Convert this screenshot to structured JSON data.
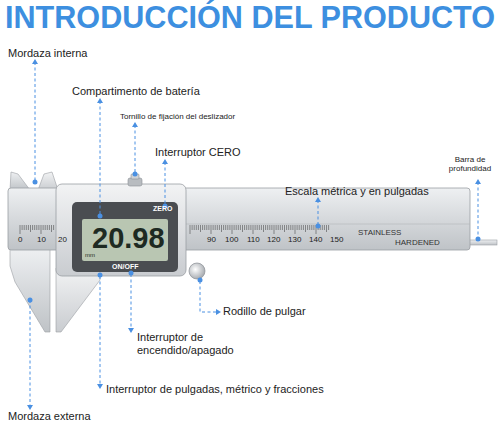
{
  "diagram": {
    "title": "INTRODUCCIÓN DEL PRODUCTO",
    "labels": [
      "Mordaza interna",
      "Compartimento de batería",
      "Tornillo de fijación del deslizador",
      "Interruptor CERO",
      "Barra de profundidad",
      "Escala métrica y en pulgadas",
      "ZERO",
      "20.98",
      "ON/OFF",
      "mm",
      "0",
      "10",
      "20",
      "90",
      "100",
      "110",
      "120",
      "130",
      "140",
      "150",
      "STAINLESS",
      "HARDENED",
      "Rodillo de pulgar",
      "Interruptor de encendido/apagado",
      "Interruptor de pulgadas, métrico y fracciones",
      "Mordaza externa"
    ]
  }
}
